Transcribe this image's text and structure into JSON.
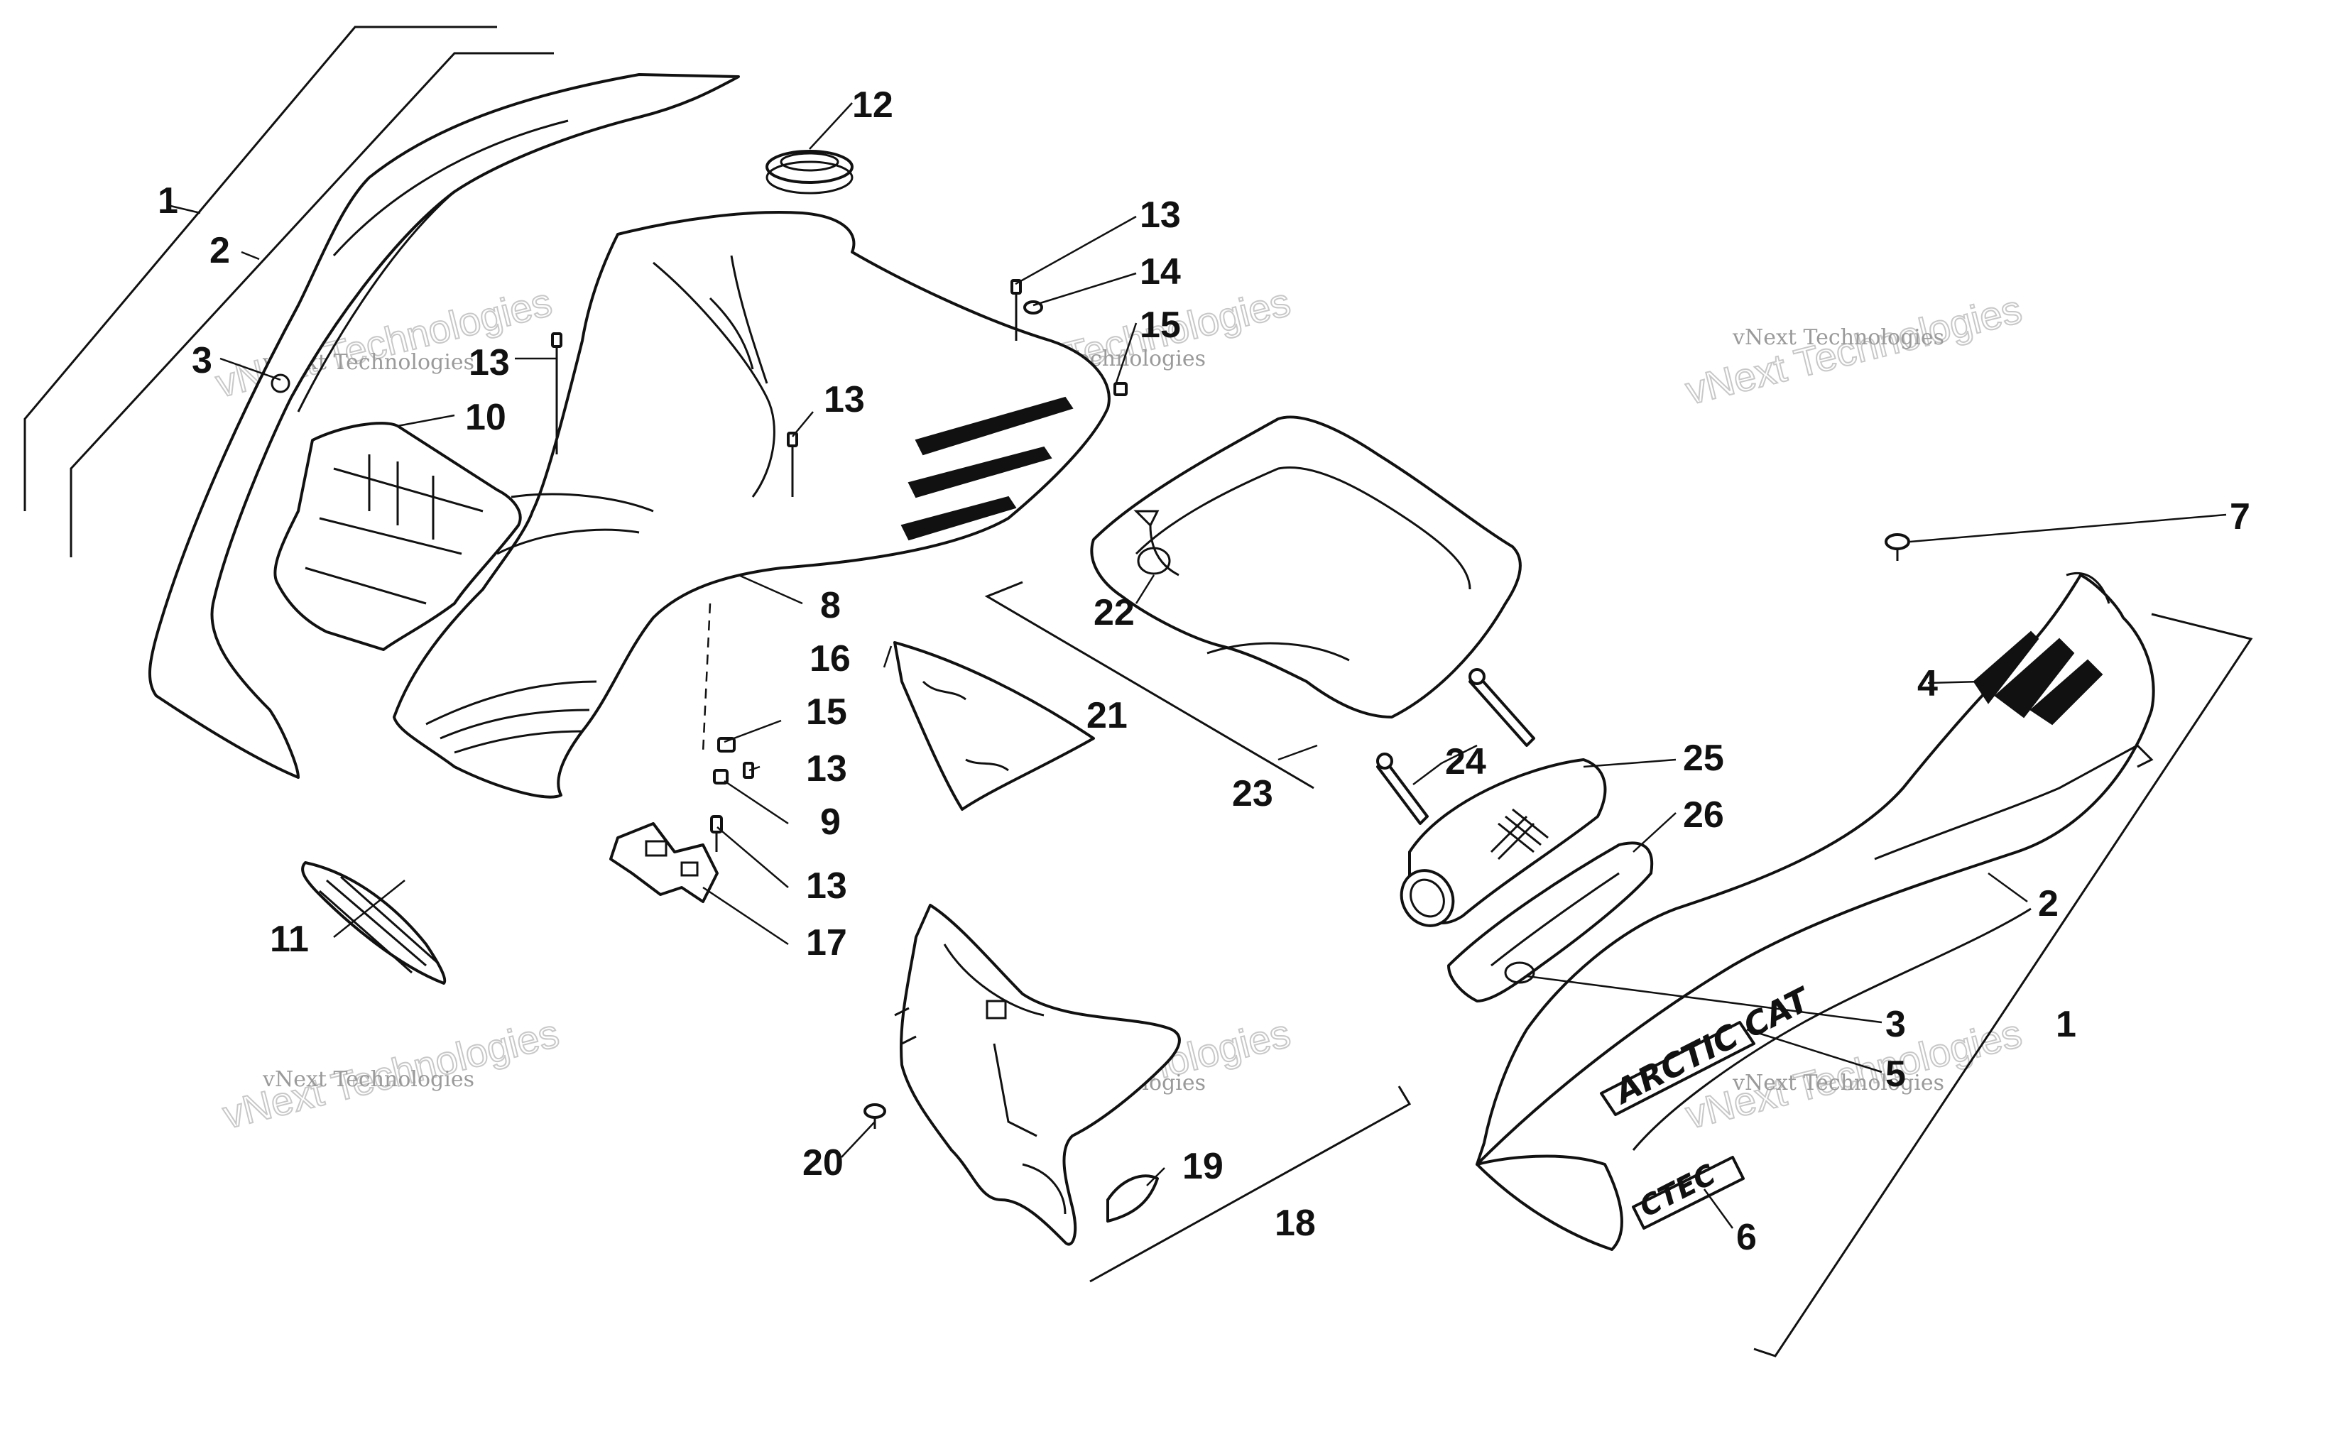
{
  "callouts": [
    {
      "id": "c1a",
      "text": "1"
    },
    {
      "id": "c2a",
      "text": "2"
    },
    {
      "id": "c3a",
      "text": "3"
    },
    {
      "id": "c13a",
      "text": "13"
    },
    {
      "id": "c10",
      "text": "10"
    },
    {
      "id": "c12",
      "text": "12"
    },
    {
      "id": "c13b",
      "text": "13"
    },
    {
      "id": "c13c",
      "text": "13"
    },
    {
      "id": "c14",
      "text": "14"
    },
    {
      "id": "c15a",
      "text": "15"
    },
    {
      "id": "c8",
      "text": "8"
    },
    {
      "id": "c16",
      "text": "16"
    },
    {
      "id": "c15b",
      "text": "15"
    },
    {
      "id": "c13d",
      "text": "13"
    },
    {
      "id": "c9",
      "text": "9"
    },
    {
      "id": "c13e",
      "text": "13"
    },
    {
      "id": "c17",
      "text": "17"
    },
    {
      "id": "c11",
      "text": "11"
    },
    {
      "id": "c22",
      "text": "22"
    },
    {
      "id": "c21",
      "text": "21"
    },
    {
      "id": "c23",
      "text": "23"
    },
    {
      "id": "c24",
      "text": "24"
    },
    {
      "id": "c25",
      "text": "25"
    },
    {
      "id": "c26",
      "text": "26"
    },
    {
      "id": "c7",
      "text": "7"
    },
    {
      "id": "c4",
      "text": "4"
    },
    {
      "id": "c2b",
      "text": "2"
    },
    {
      "id": "c3b",
      "text": "3"
    },
    {
      "id": "c1b",
      "text": "1"
    },
    {
      "id": "c5",
      "text": "5"
    },
    {
      "id": "c6",
      "text": "6"
    },
    {
      "id": "c20",
      "text": "20"
    },
    {
      "id": "c19",
      "text": "19"
    },
    {
      "id": "c18",
      "text": "18"
    }
  ],
  "watermarks": [
    {
      "line1": "vNext Technologies",
      "line2": "vNext Technologies"
    },
    {
      "line1": "vNext Technologies",
      "line2": "vNext Technologies"
    },
    {
      "line1": "vNext Technologies",
      "line2": "vNext Technologies"
    },
    {
      "line1": "vNext Technologies",
      "line2": "vNext Technologies"
    },
    {
      "line1": "vNext Technologies",
      "line2": "vNext Technologies"
    },
    {
      "line1": "vNext Technologies",
      "line2": "vNext Technologies"
    }
  ],
  "decals": {
    "brand": "ARCTIC CAT",
    "model": "CTEC"
  }
}
